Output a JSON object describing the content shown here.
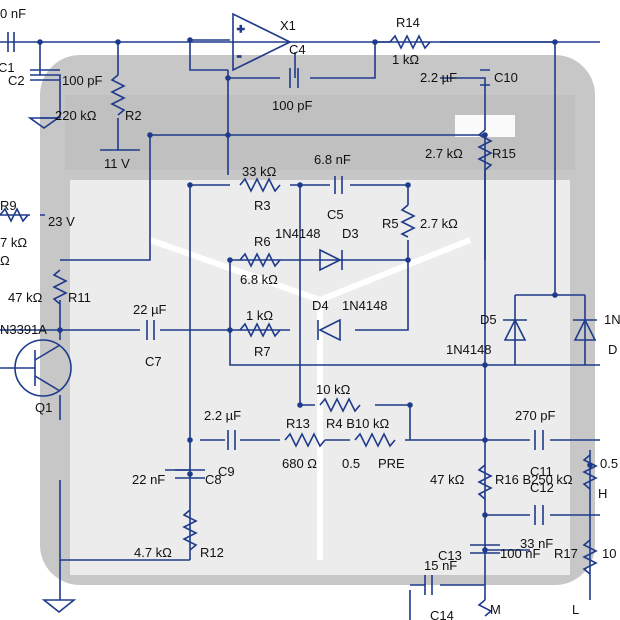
{
  "colors": {
    "wire": "#1e3a8a",
    "background_amp": "#3a3a3a",
    "text": "#111111"
  },
  "labels": {
    "c_top": "0 nF",
    "c1": "C1",
    "c2": "C2",
    "c2_val": "100 pF",
    "r2_val": "220 kΩ",
    "r2": "R2",
    "v11": "11 V",
    "r9": "R9",
    "v23": "23 V",
    "r9_val": "7 kΩ",
    "omega": "Ω",
    "r11_val": "47 kΩ",
    "r11": "R11",
    "q1_part": "N3391A",
    "q1": "Q1",
    "x1": "X1",
    "c4": "C4",
    "c4_val": "100 pF",
    "r14": "R14",
    "r14_val": "1 kΩ",
    "c10_val": "2.2 µF",
    "c10": "C10",
    "r15_val": "2.7 kΩ",
    "r15": "R15",
    "r3_val": "33 kΩ",
    "r3": "R3",
    "c5_val": "6.8 nF",
    "c5": "C5",
    "r5": "R5",
    "r5_val": "2.7 kΩ",
    "d3_part": "1N4148",
    "d3": "D3",
    "r6": "R6",
    "r6_val": "6.8 kΩ",
    "c7_val": "22 µF",
    "c7": "C7",
    "r7_val": "1 kΩ",
    "r7": "R7",
    "d4": "D4",
    "d4_part": "1N4148",
    "d5": "D5",
    "d5_part": "1N4148",
    "d_right": "1N",
    "d_right2": "D",
    "r4_val": "10 kΩ",
    "c9_val": "2.2 µF",
    "c9": "C9",
    "r13": "R13",
    "r4b": "R4 B10 kΩ",
    "r13_val": "680 Ω",
    "pre_val": "0.5",
    "pre": "PRE",
    "c8_val": "22 nF",
    "c8": "C8",
    "r12_val": "4.7 kΩ",
    "r12": "R12",
    "c11_val": "270 pF",
    "c11": "C11",
    "c12": "C12",
    "r16_val": "47 kΩ",
    "r16": "R16 B250 kΩ",
    "r_right_val": "0.5",
    "h": "H",
    "c13_val": "33 nF",
    "c13": "C13",
    "c13b": "15 nF",
    "r17_val": "100 nF",
    "r17": "R17",
    "r17_b": "10",
    "c14": "C14",
    "m": "M",
    "l": "L"
  }
}
